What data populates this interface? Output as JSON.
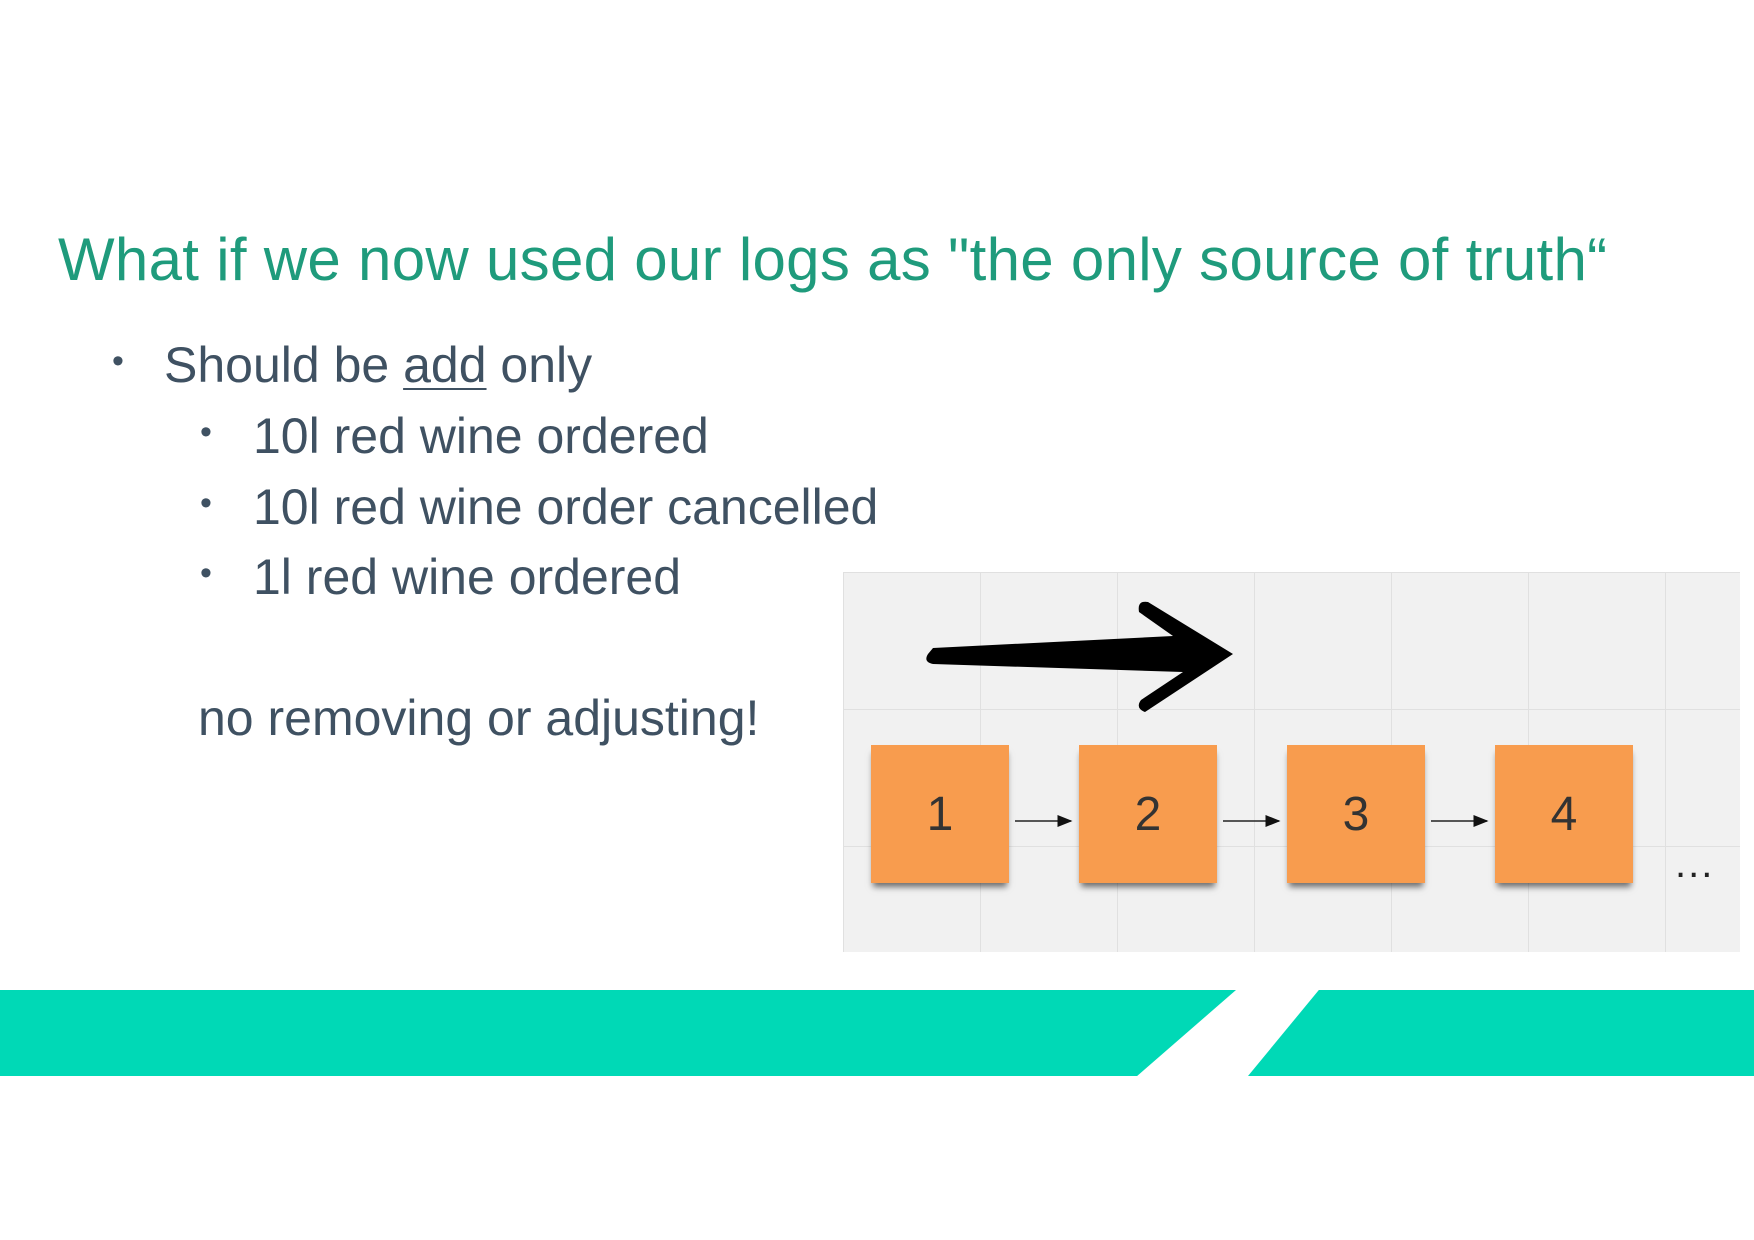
{
  "slide": {
    "title": "What if we now used our logs as \"the only source of truth“",
    "bullet_main": {
      "prefix": "Should be ",
      "emphasis": "add",
      "suffix": " only"
    },
    "sub_bullets": [
      "10l red wine ordered",
      "10l red wine order cancelled",
      "1l red wine ordered"
    ],
    "note": "no removing or adjusting!",
    "bullet_symbol": "•"
  },
  "diagram": {
    "notes": [
      "1",
      "2",
      "3",
      "4"
    ],
    "ellipsis": "...",
    "note_color": "#f89c4e",
    "arrow_color": "#000000"
  },
  "colors": {
    "title": "#1f9b7c",
    "body_text": "#3f5162",
    "band": "#00d9b6"
  }
}
